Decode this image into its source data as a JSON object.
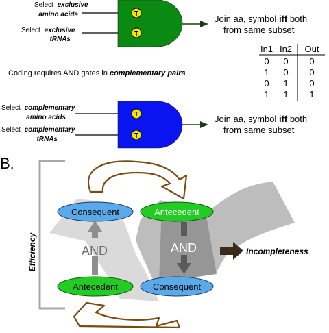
{
  "section_a": {
    "gate1": {
      "input1_line1": "Select",
      "input1_line1_em": "exclusive",
      "input1_line2": "amino acids",
      "input2_line1": "Select",
      "input2_line1_em": "exclusive",
      "input2_line2": "tRNAs",
      "token1": "T",
      "token2": "T",
      "output_line1_a": "Join aa, symbol ",
      "output_line1_b": "iff",
      "output_line1_c": " both",
      "output_line2": "from same subset",
      "color": "#0a8a12"
    },
    "middle_text_a": "Coding requires AND gates in ",
    "middle_text_b": "complementary pairs",
    "truth_table": {
      "headers": [
        "In1",
        "In2",
        "Out"
      ],
      "rows": [
        [
          "0",
          "0",
          "0"
        ],
        [
          "1",
          "0",
          "0"
        ],
        [
          "0",
          "1",
          "0"
        ],
        [
          "1",
          "1",
          "1"
        ]
      ]
    },
    "gate2": {
      "input1_line1": "Select",
      "input1_line1_em": "complementary",
      "input1_line2": "amino acids",
      "input2_line1": "Select",
      "input2_line1_em": "complementary",
      "input2_line2": "tRNAs",
      "token1": "T",
      "token2": "T",
      "output_line1_a": "Join aa, symbol ",
      "output_line1_b": "iff",
      "output_line1_c": " both",
      "output_line2": "from same subset",
      "color": "#0a14f0"
    },
    "token_color": "#f2e500"
  },
  "section_b": {
    "label": "B.",
    "efficiency": "Efficiency",
    "left_top_node": "Consequent",
    "right_top_node": "Antecedent",
    "left_bottom_node": "Antecedent",
    "right_bottom_node": "Consequent",
    "left_and": "AND",
    "right_and": "AND",
    "incompleteness": "Incompleteness",
    "colors": {
      "consequent": "#5aa9e8",
      "antecedent": "#22cc22",
      "cycle_arrow": "#7a4a10",
      "incompleteness_arrow": "#3a2a1a"
    }
  }
}
